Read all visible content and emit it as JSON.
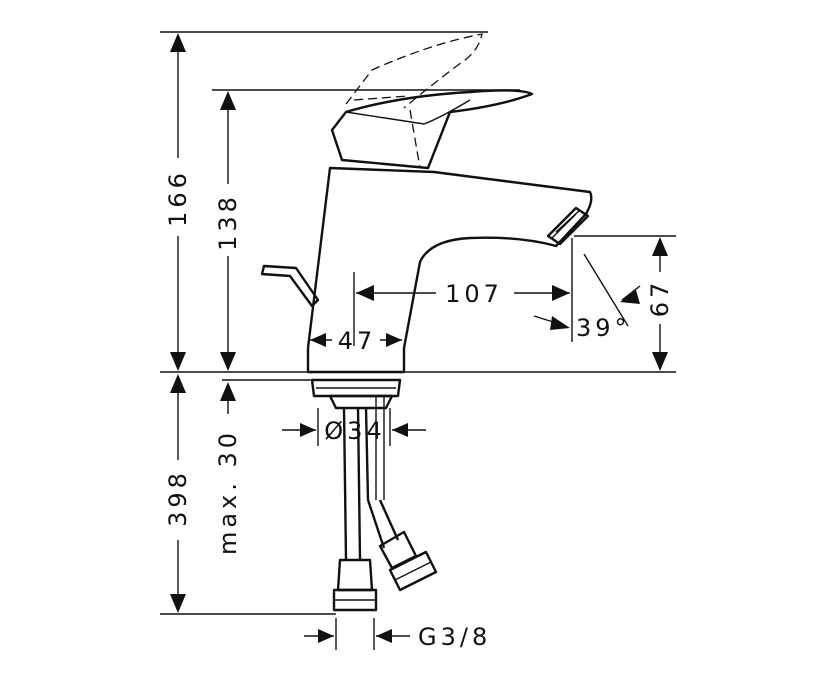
{
  "dimensions": {
    "total_height": "166",
    "body_height": "138",
    "spout_reach": "107",
    "base_width": "47",
    "spout_angle": "39°",
    "spout_height": "67",
    "mount_diameter": "Ø34",
    "below_height": "398",
    "max_thickness": "max. 30",
    "connection": "G3/8"
  },
  "colors": {
    "line": "#111111",
    "background": "#ffffff"
  }
}
